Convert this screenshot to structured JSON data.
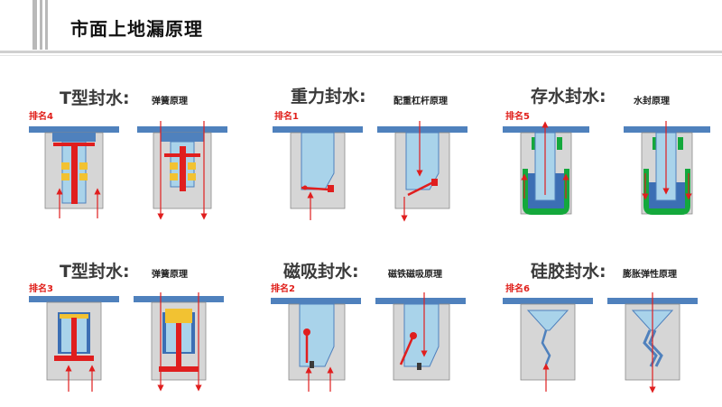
{
  "page_title": "市面上地漏原理",
  "panels": [
    {
      "title": "T型封水:",
      "subtitle": "弹簧原理",
      "rank": "排名4"
    },
    {
      "title": "重力封水:",
      "subtitle": "配重杠杆原理",
      "rank": "排名1"
    },
    {
      "title": "存水封水:",
      "subtitle": "水封原理",
      "rank": "排名5"
    },
    {
      "title": "T型封水:",
      "subtitle": "弹簧原理",
      "rank": "排名3"
    },
    {
      "title": "磁吸封水:",
      "subtitle": "磁铁磁吸原理",
      "rank": "排名2"
    },
    {
      "title": "硅胶封水:",
      "subtitle": "膨胀弹性原理",
      "rank": "排名6"
    }
  ],
  "colors": {
    "flange": "#4f81bd",
    "body": "#d6d6d6",
    "water": "#a9d3ea",
    "red": "#e01e1e",
    "yellow": "#f2c232",
    "green": "#14a83c",
    "dark_blue": "#3c6fb4"
  }
}
